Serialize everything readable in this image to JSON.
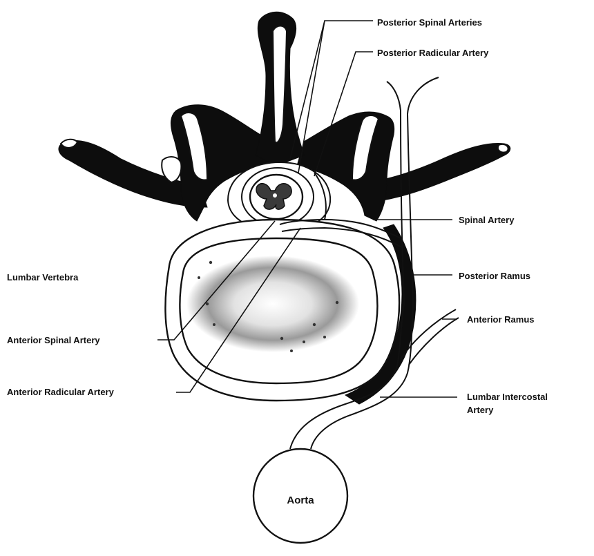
{
  "labels": {
    "posterior_spinal_arteries": "Posterior Spinal Arteries",
    "posterior_radicular_artery": "Posterior Radicular Artery",
    "spinal_artery": "Spinal Artery",
    "posterior_ramus": "Posterior Ramus",
    "anterior_ramus": "Anterior Ramus",
    "lumbar_intercostal_artery_line1": "Lumbar Intercostal",
    "lumbar_intercostal_artery_line2": "Artery",
    "lumbar_vertebra": "Lumbar Vertebra",
    "anterior_spinal_artery": "Anterior Spinal Artery",
    "anterior_radicular_artery": "Anterior Radicular Artery",
    "aorta": "Aorta"
  },
  "colors": {
    "ink": "#111111",
    "bone": "#0d0d0d",
    "disc_shade": "#9a9a9a",
    "background": "#ffffff"
  }
}
